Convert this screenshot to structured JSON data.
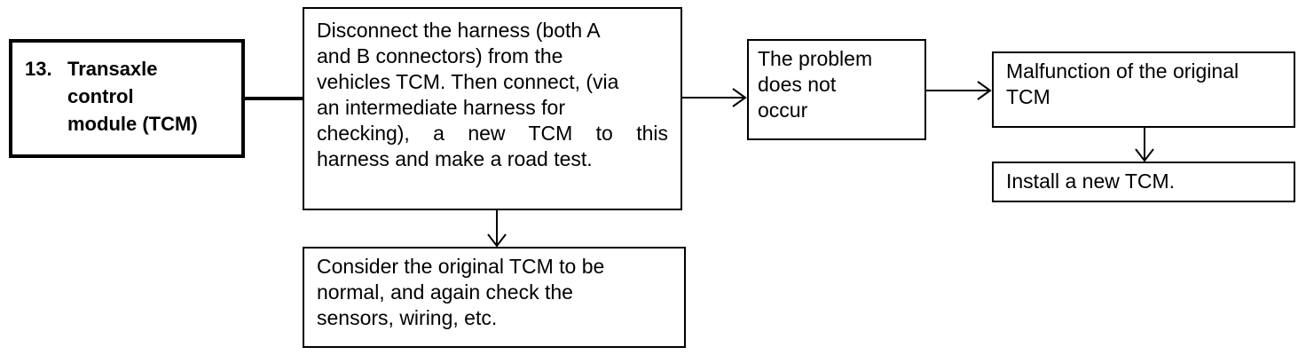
{
  "diagram": {
    "nodes": {
      "tcm": {
        "number": "13.",
        "label": "Transaxle\ncontrol\nmodule (TCM)"
      },
      "procedure": {
        "lines": [
          "Disconnect the harness (both A",
          "and B connectors) from the",
          "vehicles TCM. Then connect, (via",
          "an intermediate harness for",
          "checking), a new TCM to this",
          "harness and make a road test."
        ]
      },
      "no_problem": {
        "label": "The problem\ndoes not\noccur"
      },
      "malfunction": {
        "label": "Malfunction of the original\nTCM"
      },
      "install": {
        "label": "Install a new TCM."
      },
      "consider": {
        "label": "Consider the original TCM to be\nnormal, and again check the\nsensors, wiring, etc."
      }
    }
  }
}
